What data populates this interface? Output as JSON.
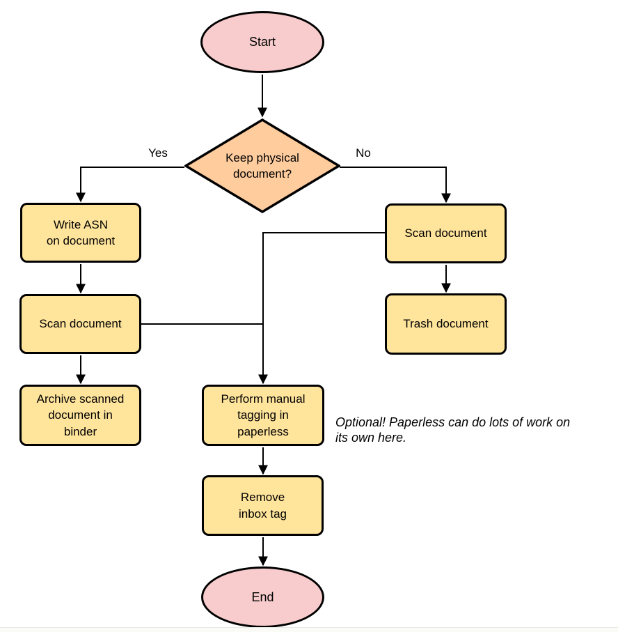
{
  "diagram": {
    "nodes": {
      "start": {
        "label": "Start"
      },
      "decision": {
        "label": "Keep physical\ndocument?"
      },
      "write_asn": {
        "label": "Write ASN\non document"
      },
      "scan_left": {
        "label": "Scan document"
      },
      "archive": {
        "label": "Archive scanned\ndocument in\nbinder"
      },
      "scan_right": {
        "label": "Scan document"
      },
      "trash": {
        "label": "Trash document"
      },
      "perform_tagging": {
        "label": "Perform manual\ntagging in\npaperless"
      },
      "remove_inbox": {
        "label": "Remove\ninbox tag"
      },
      "end": {
        "label": "End"
      }
    },
    "edges": [
      {
        "from": "start",
        "to": "decision",
        "label": ""
      },
      {
        "from": "decision",
        "to": "write_asn",
        "label": "Yes"
      },
      {
        "from": "decision",
        "to": "scan_right",
        "label": "No"
      },
      {
        "from": "write_asn",
        "to": "scan_left",
        "label": ""
      },
      {
        "from": "scan_left",
        "to": "archive",
        "label": ""
      },
      {
        "from": "scan_left",
        "to": "perform_tagging",
        "label": ""
      },
      {
        "from": "scan_right",
        "to": "trash",
        "label": ""
      },
      {
        "from": "scan_right",
        "to": "perform_tagging",
        "label": ""
      },
      {
        "from": "perform_tagging",
        "to": "remove_inbox",
        "label": ""
      },
      {
        "from": "remove_inbox",
        "to": "end",
        "label": ""
      }
    ],
    "annotation": {
      "text": "Optional! Paperless can do lots of work on\nits own here."
    },
    "colors": {
      "terminator_fill": "#F8CCCC",
      "decision_fill": "#FFCC9E",
      "process_fill": "#FFE49C",
      "stroke": "#000000",
      "background": "#FFFFFF"
    }
  }
}
